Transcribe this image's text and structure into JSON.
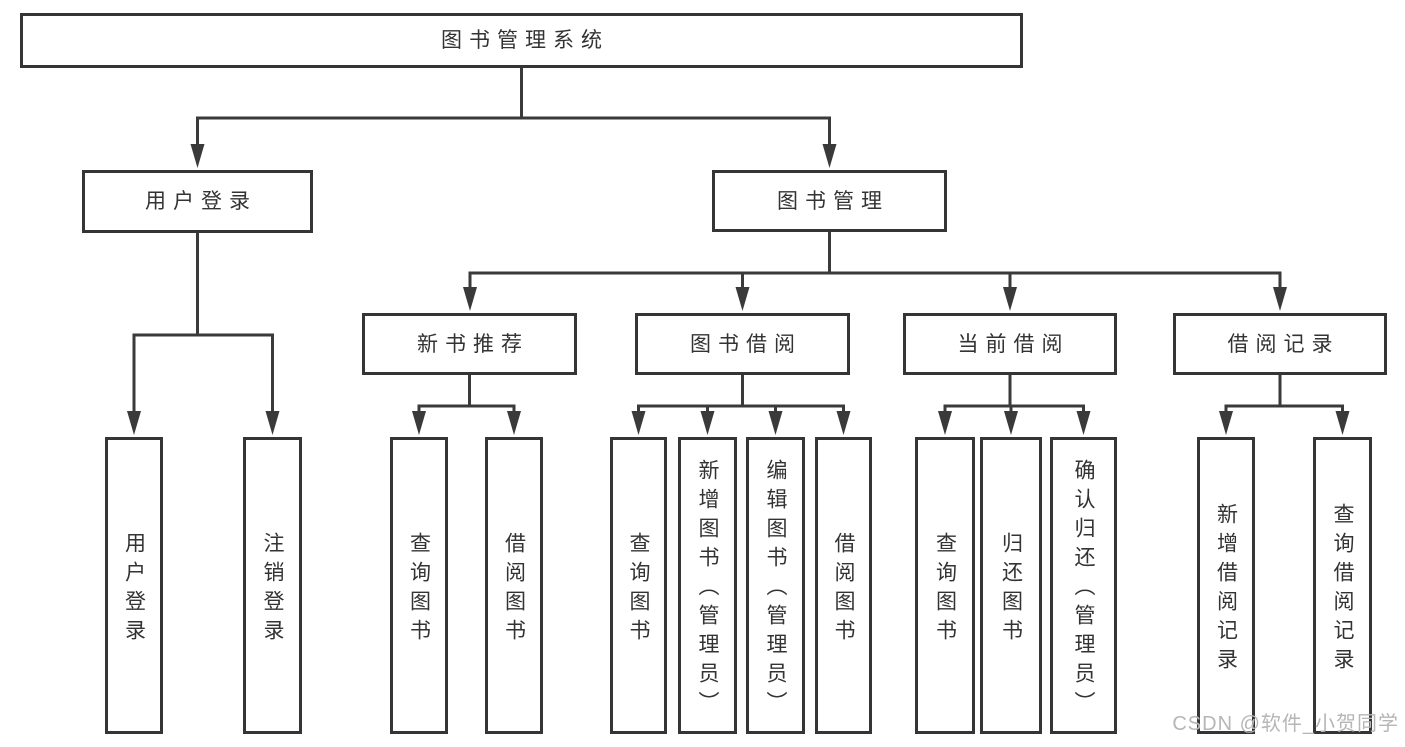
{
  "diagram_title": "图书管理系统",
  "tree": {
    "label": "图书管理系统",
    "children": [
      {
        "label": "用户登录",
        "children": [
          {
            "label": "用户登录"
          },
          {
            "label": "注销登录"
          }
        ]
      },
      {
        "label": "图书管理",
        "children": [
          {
            "label": "新书推荐",
            "children": [
              {
                "label": "查询图书"
              },
              {
                "label": "借阅图书"
              }
            ]
          },
          {
            "label": "图书借阅",
            "children": [
              {
                "label": "查询图书"
              },
              {
                "label": "新增图书（管理员）"
              },
              {
                "label": "编辑图书（管理员）"
              },
              {
                "label": "借阅图书"
              }
            ]
          },
          {
            "label": "当前借阅",
            "children": [
              {
                "label": "查询图书"
              },
              {
                "label": "归还图书"
              },
              {
                "label": "确认归还（管理员）"
              }
            ]
          },
          {
            "label": "借阅记录",
            "children": [
              {
                "label": "新增借阅记录"
              },
              {
                "label": "查询借阅记录"
              }
            ]
          }
        ]
      }
    ]
  },
  "watermark": {
    "text": "CSDN @软件_小贺同学"
  },
  "colors": {
    "line": "#3a3a3a",
    "box_border": "#353535",
    "text": "#333333",
    "background": "#ffffff",
    "watermark": "#b6b6b6"
  }
}
